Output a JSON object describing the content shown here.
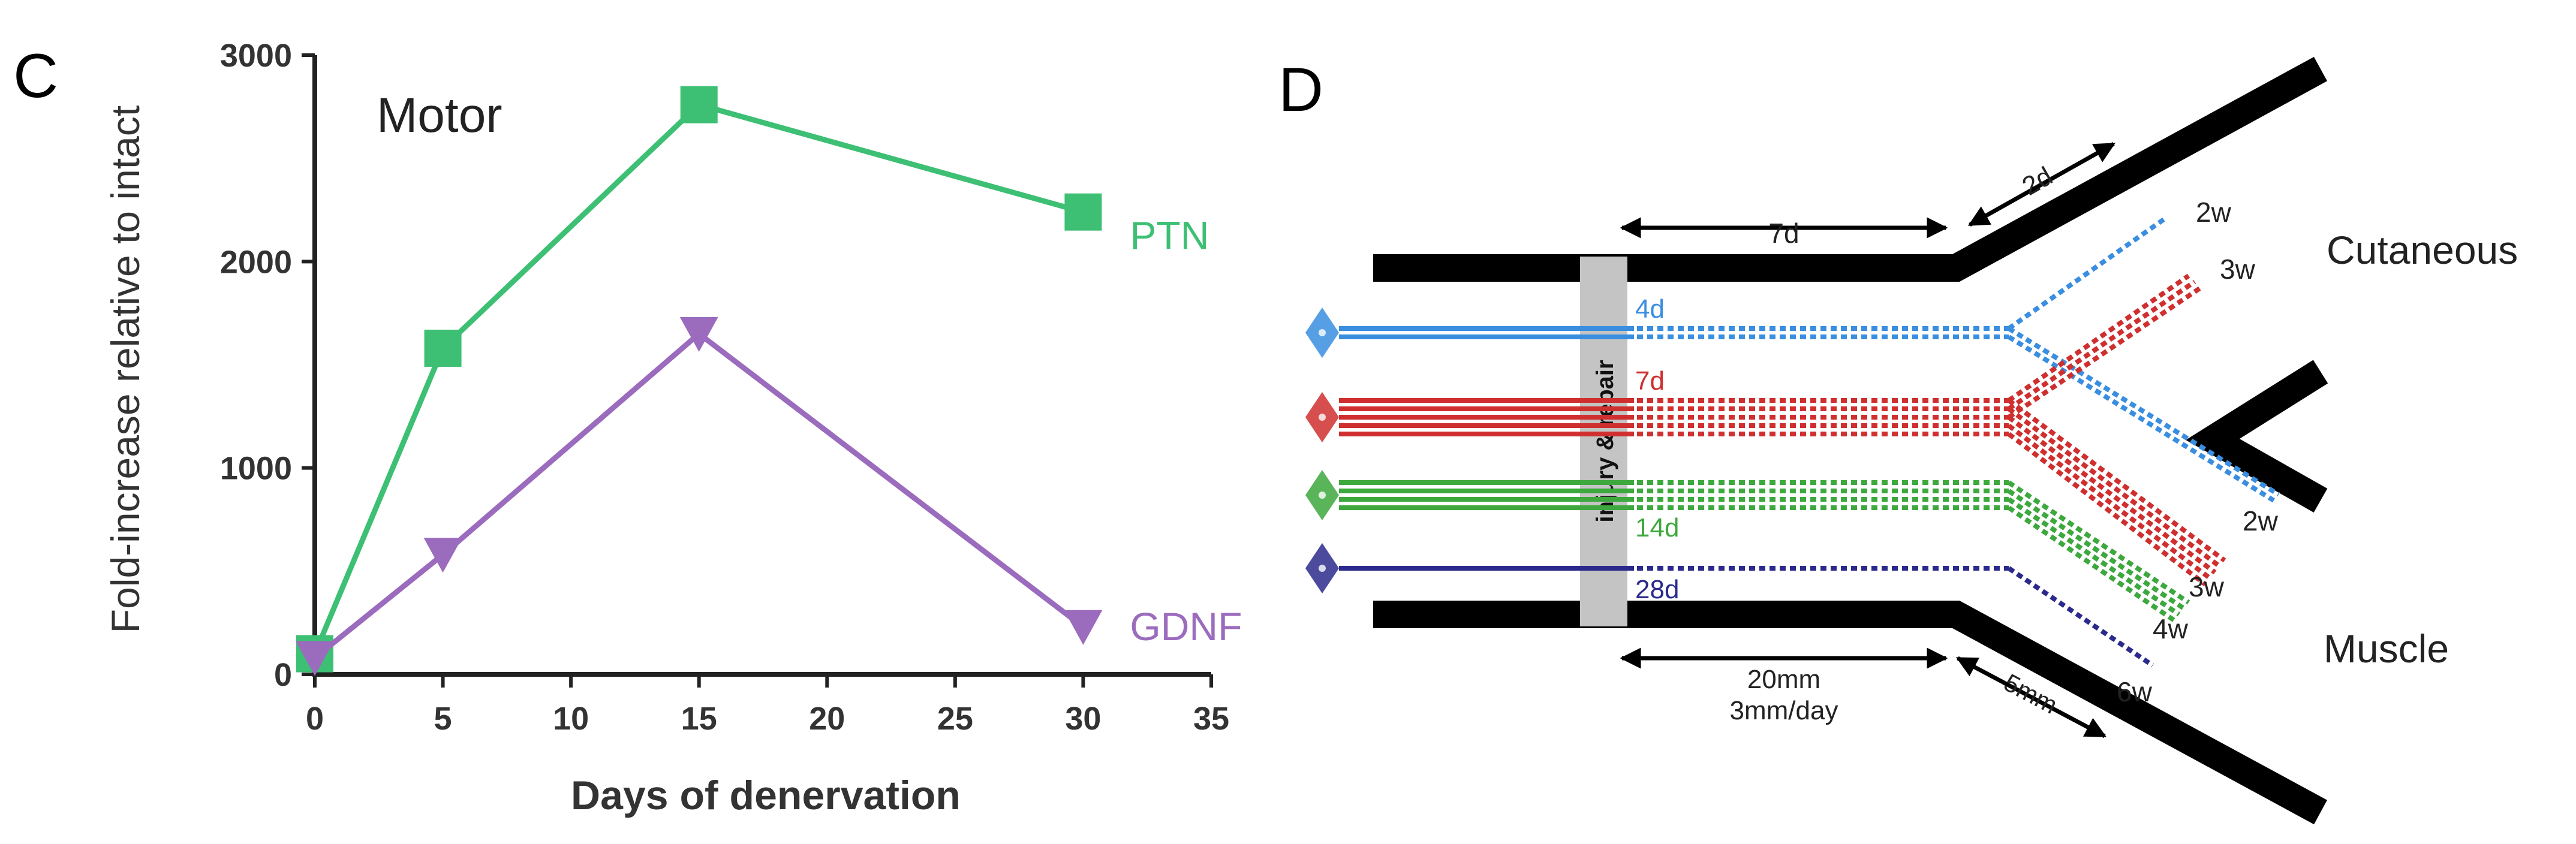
{
  "panel_c": {
    "letter": "C",
    "chart_data": {
      "type": "line",
      "title": "Motor",
      "xlabel": "Days of denervation",
      "ylabel": "Fold-increase relative to intact",
      "xlim": [
        0,
        35
      ],
      "ylim": [
        0,
        3000
      ],
      "x_ticks": [
        "0",
        "5",
        "10",
        "15",
        "20",
        "25",
        "30",
        "35"
      ],
      "y_ticks": [
        "0",
        "1000",
        "2000",
        "3000"
      ],
      "grid": false,
      "series": [
        {
          "name": "PTN",
          "color": "#3dbf74",
          "marker": "square",
          "x": [
            0,
            5,
            15,
            30
          ],
          "y": [
            100,
            1580,
            2760,
            2240
          ]
        },
        {
          "name": "GDNF",
          "color": "#9b6bbd",
          "marker": "triangle-down",
          "x": [
            0,
            5,
            15,
            30
          ],
          "y": [
            80,
            580,
            1650,
            230
          ]
        }
      ]
    }
  },
  "panel_d": {
    "letter": "D",
    "nerve_labels": {
      "top": "Cutaneous",
      "bottom": "Muscle"
    },
    "repair_label": "injury & repair",
    "measures": {
      "proximal_top": "7d",
      "branch_top": "2d",
      "proximal_bottom_line1": "20mm",
      "proximal_bottom_line2": "3mm/day",
      "branch_bottom": "5mm"
    },
    "neurons": [
      {
        "label": "4d",
        "color": "#3a8ee0",
        "top_label": "2w",
        "bottom_label": "2w"
      },
      {
        "label": "7d",
        "color": "#cf2f2f",
        "top_label": "3w",
        "bottom_label": "3w"
      },
      {
        "label": "14d",
        "color": "#3da83d",
        "top_label": "",
        "bottom_label": "4w"
      },
      {
        "label": "28d",
        "color": "#2b2a8c",
        "top_label": "",
        "bottom_label": "6w"
      }
    ],
    "colors": {
      "nerve": "#000000",
      "repair_band": "#c4c4c4"
    }
  }
}
